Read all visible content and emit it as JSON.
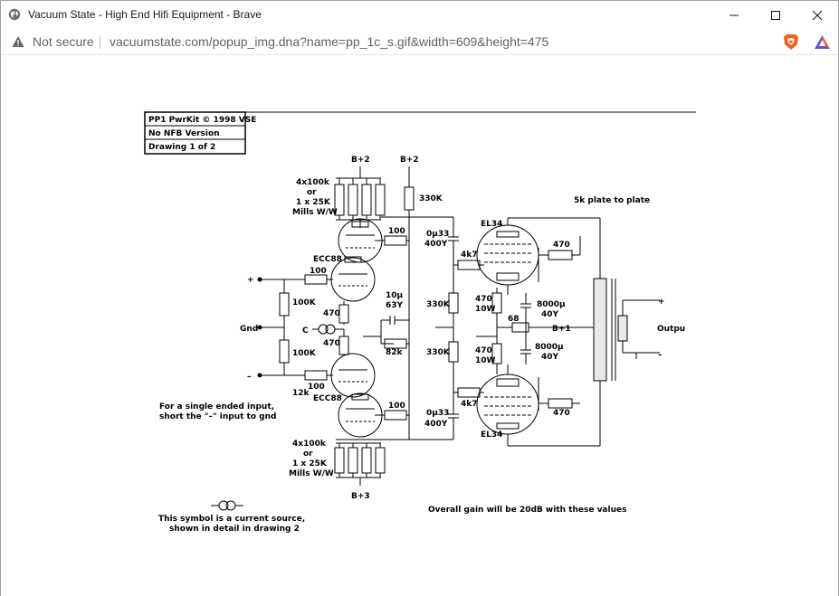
{
  "window": {
    "title": "Vacuum State - High End Hifi Equipment - Brave",
    "icon": "globe-icon",
    "controls": [
      "minimize-icon",
      "maximize-icon",
      "close-icon"
    ]
  },
  "addressbar": {
    "security_label": "Not secure",
    "url": "vacuumstate.com/popup_img.dna?name=pp_1c_s.gif&width=609&height=475",
    "extensions": [
      "brave-shields-icon",
      "brave-rewards-icon"
    ]
  },
  "schematic": {
    "title_box": [
      "PP1 PwrKit © 1998 VSE",
      "No NFB Version",
      "Drawing 1 of 2"
    ],
    "labels": {
      "b2_left": "B+2",
      "b2_right": "B+2",
      "b3": "B+3",
      "b1": "B+1",
      "mills_top_1": "4x100k",
      "mills_top_2": "or",
      "mills_top_3": "1 x 25K",
      "mills_top_4": "Mills W/W",
      "mills_bot_1": "4x100k",
      "mills_bot_2": "or",
      "mills_bot_3": "1 x 25K",
      "mills_bot_4": "Mills W/W",
      "r330k": "330K",
      "plate": "5k plate to plate",
      "el34_top": "EL34",
      "el34_bot": "EL34",
      "ecc_top": "ECC88",
      "ecc_bot": "ECC88",
      "r100_in_top": "100",
      "r100_in_bot": "100",
      "r100_out_top": "100",
      "r100_out_bot": "100",
      "r100k_top": "100K",
      "r100k_bot": "100K",
      "r12k": "12k",
      "r470_t": "470",
      "r470_b": "470",
      "cap_10u_1": "10µ",
      "cap_10u_2": "63Y",
      "r82k": "82k",
      "cap_033_top_1": "0µ33",
      "cap_033_top_2": "400Y",
      "cap_033_bot_1": "0µ33",
      "cap_033_bot_2": "400Y",
      "r4k7_top": "4k7",
      "r4k7_bot": "4k7",
      "r330k_top": "330K",
      "r330k_bot": "330K",
      "r470_10w_top_1": "470",
      "r470_10w_top_2": "10W",
      "r470_10w_bot_1": "470",
      "r470_10w_bot_2": "10W",
      "r68": "68",
      "c8000_top_1": "8000µ",
      "c8000_top_2": "40Y",
      "c8000_bot_1": "8000µ",
      "c8000_bot_2": "40Y",
      "r470_g2_top": "470",
      "r470_g2_bot": "470",
      "plus_in": "+",
      "minus_in": "–",
      "gnd": "Gnd",
      "current_source": "C",
      "out_plus": "+",
      "out_minus": "–",
      "output": "Outpu",
      "note_single_1": "For a single ended input,",
      "note_single_2": "short the \"–\" input to gnd",
      "note_symbol_1": "This symbol is a current source,",
      "note_symbol_2": "shown in detail in drawing 2",
      "gain_note": "Overall gain will be 20dB with these values"
    }
  }
}
